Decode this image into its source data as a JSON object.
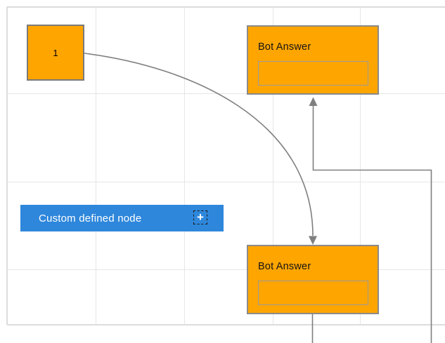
{
  "diagram": {
    "background": "#ffffff",
    "grid_color": "#e6e6e6",
    "connector_color": "#7f7f7f"
  },
  "nodes": {
    "start": {
      "label": "1",
      "fill": "#FFA500",
      "border_color": "#7a7a7a"
    },
    "bot_answer_top": {
      "title": "Bot Answer",
      "fill": "#FFA500",
      "input_value": "",
      "input_placeholder": ""
    },
    "bot_answer_bottom": {
      "title": "Bot Answer",
      "fill": "#FFA500",
      "input_value": "",
      "input_placeholder": ""
    },
    "custom": {
      "label": "Custom defined node",
      "fill": "#2E87DB",
      "text_color": "#ffffff",
      "plus_glyph": "+"
    }
  },
  "icons": {
    "add_port": "plus-icon",
    "arrowheads": "triangle-arrowhead-icon"
  }
}
